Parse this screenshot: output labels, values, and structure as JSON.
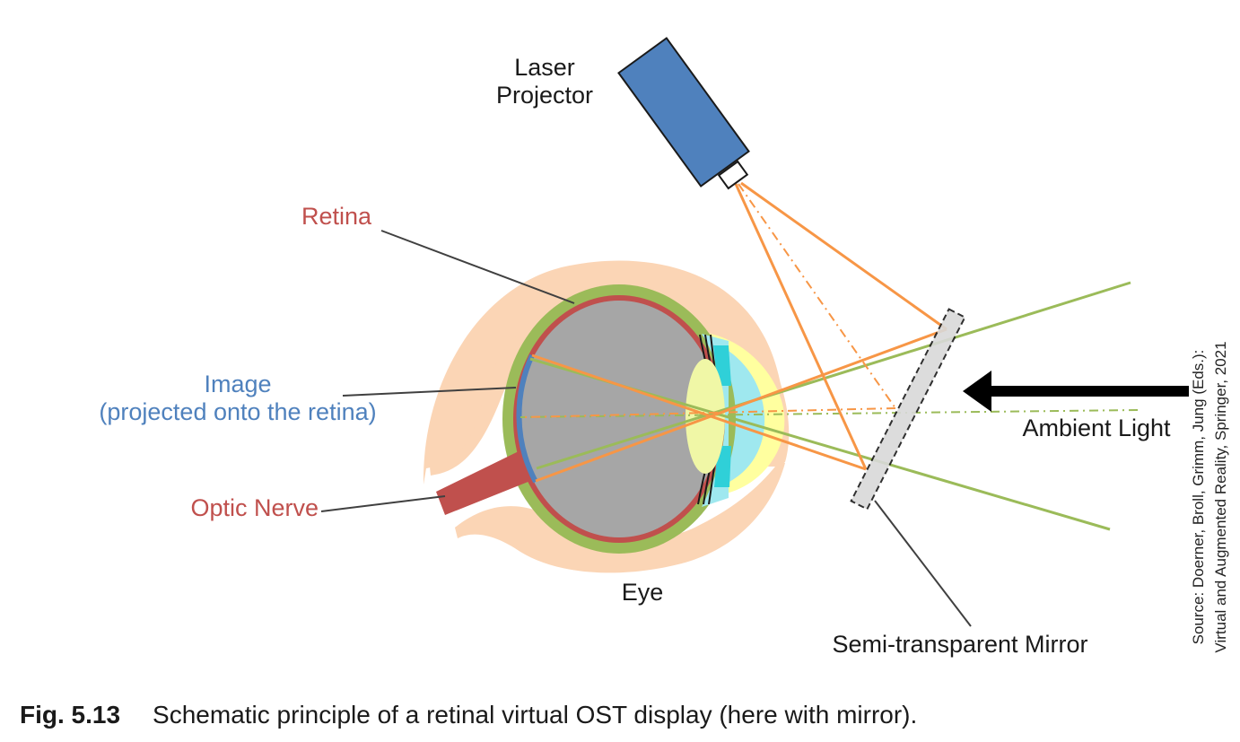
{
  "labels": {
    "laser_projector": [
      "Laser",
      "Projector"
    ],
    "retina": "Retina",
    "image": [
      "Image",
      "(projected onto the retina)"
    ],
    "optic_nerve": "Optic Nerve",
    "eye": "Eye",
    "ambient_light": "Ambient Light",
    "mirror": "Semi-transparent Mirror"
  },
  "source": [
    "Source: Doerner, Broll, Grimm, Jung (Eds.):",
    "Virtual and Augmented Reality, Springer, 2021"
  ],
  "caption": {
    "number": "Fig. 5.13",
    "text": "Schematic principle of a retinal virtual OST display (here with mirror)."
  },
  "colors": {
    "skin": "#fbd5b5",
    "sclera": "#9bbb59",
    "retina": "#c0504d",
    "vitreous": "#a6a6a6",
    "image": "#4f81bd",
    "cornea": "#ffff9f",
    "lens": "#f0f7a6",
    "aqueous": "#9fe8ef",
    "iris": "#2fd0d8",
    "projector": "#4f81bd",
    "laser_ray": "#f79646",
    "ambient_ray": "#9bbb59",
    "mirror": "#d9d9d9",
    "arrow": "#000000"
  }
}
